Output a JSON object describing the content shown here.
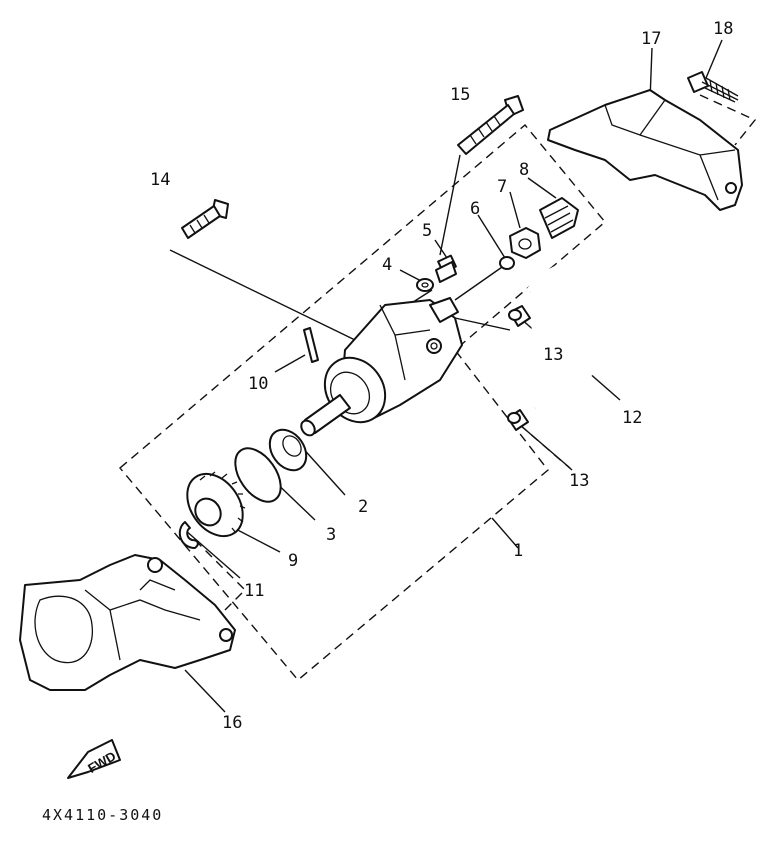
{
  "callouts": [
    "1",
    "2",
    "3",
    "4",
    "5",
    "6",
    "7",
    "8",
    "9",
    "10",
    "11",
    "12",
    "13",
    "13",
    "14",
    "15",
    "16",
    "17",
    "18"
  ],
  "diagram_code": "4X4110-3040",
  "fwd_label": "FWD"
}
